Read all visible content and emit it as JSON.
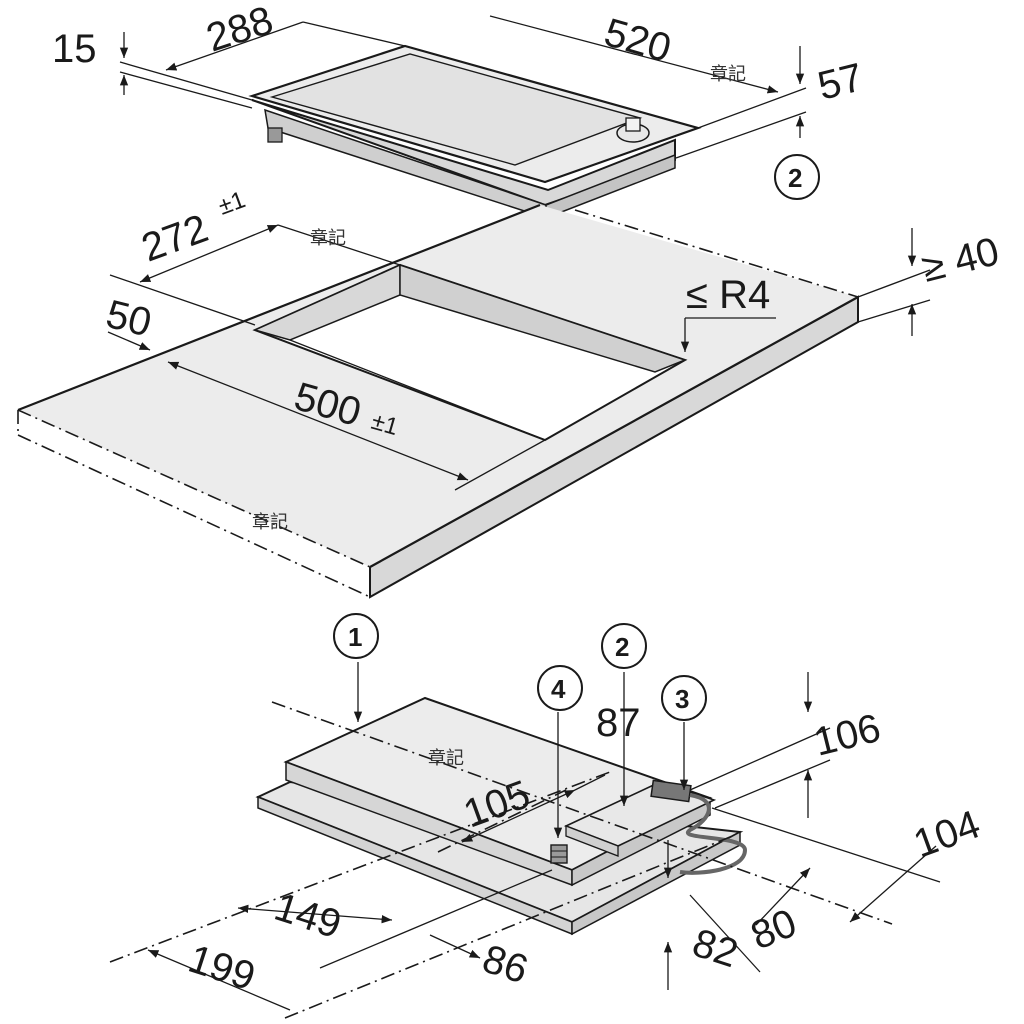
{
  "dimensions": {
    "appliance_width": "288",
    "appliance_depth": "520",
    "top_thickness": "15",
    "overall_height": "57",
    "cutout_width": "272",
    "cutout_width_tol": "±1",
    "front_offset": "50",
    "cutout_depth": "500",
    "cutout_depth_tol": "±1",
    "corner_radius": "≤ R4",
    "worktop_thickness": "≥ 40",
    "box_height": "106",
    "dim_104": "104",
    "dim_87": "87",
    "dim_105": "105",
    "dim_80": "80",
    "dim_82": "82",
    "dim_86": "86",
    "dim_149": "149",
    "dim_199": "199"
  },
  "callouts": {
    "c1": "1",
    "c2": "2",
    "c3": "3",
    "c4": "4"
  },
  "watermark": "章記",
  "colors": {
    "surface": "#ececec",
    "side": "#d8d8d8",
    "line": "#1a1a1a",
    "glass": "#e2e2e2"
  }
}
